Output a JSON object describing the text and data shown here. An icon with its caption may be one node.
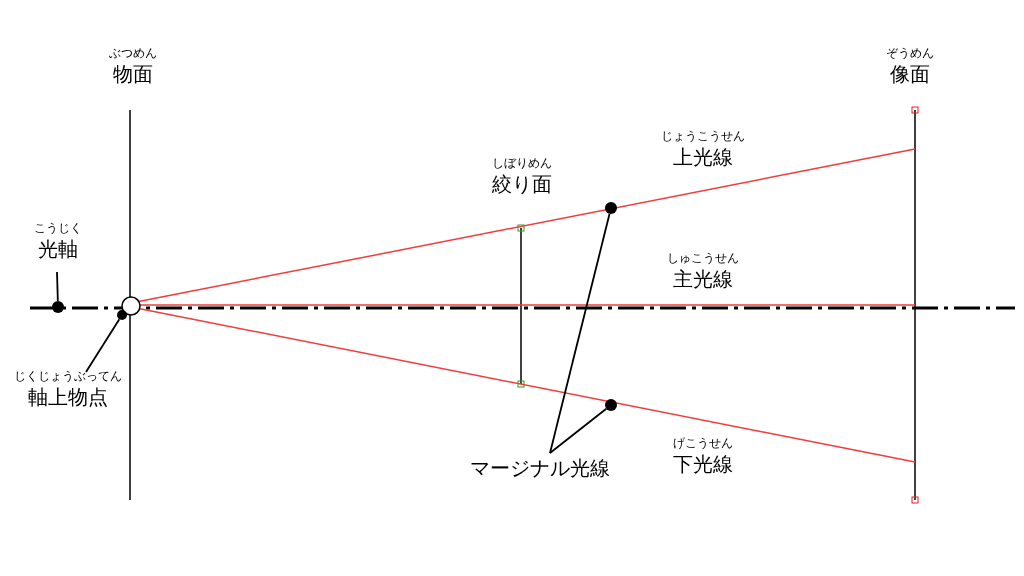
{
  "diagram": {
    "nodes": [
      {
        "text": [
          "こうじく",
          "光軸"
        ]
      },
      {
        "text": [],
        "shape": "circle"
      },
      {
        "text": [
          "じくじょうぶってん",
          "軸上物点"
        ]
      },
      {
        "text": [],
        "shape": "circle"
      },
      {
        "text": [
          "マージナル光線"
        ]
      },
      {
        "text": [],
        "shape": "circle"
      },
      {
        "text": [],
        "shape": "circle"
      }
    ],
    "edges": [
      {
        "from": 0,
        "to": 1,
        "arrow": "none"
      },
      {
        "from": 2,
        "to": 3,
        "arrow": "none"
      },
      {
        "from": 4,
        "to": 5,
        "arrow": "none"
      },
      {
        "from": 4,
        "to": 6,
        "arrow": "none"
      }
    ],
    "labels": [
      "ぶつめん",
      "物面",
      "ぞうめん",
      "像面",
      "しぼりめん",
      "絞り面",
      "じょうこうせん",
      "上光線",
      "しゅこうせん",
      "主光線",
      "げこうせん",
      "下光線"
    ]
  }
}
